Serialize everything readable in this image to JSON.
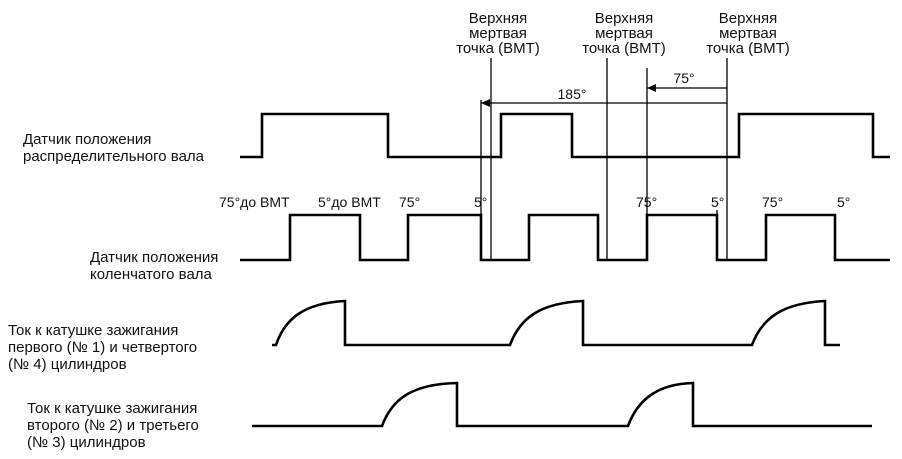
{
  "tdc_label": [
    "Верхняя",
    "мертвая",
    "точка (ВМТ)"
  ],
  "signals": [
    {
      "label": [
        "Датчик положения",
        "распределительного вала"
      ]
    },
    {
      "label": [
        "Датчик положения",
        "коленчатого вала"
      ]
    },
    {
      "label": [
        "Ток к катушке зажигания",
        "первого (№ 1) и четвертого",
        "(№ 4) цилиндров"
      ]
    },
    {
      "label": [
        "Ток к катушке зажигания",
        "второго (№ 2) и третьего",
        "(№ 3) цилиндров"
      ]
    }
  ],
  "dimensions": [
    {
      "text": "185°"
    },
    {
      "text": "75°"
    }
  ],
  "crank_annotations": [
    "75°до ВМТ",
    "5°до ВМТ",
    "75°",
    "5°",
    "75°",
    "5°",
    "75°",
    "5°"
  ]
}
